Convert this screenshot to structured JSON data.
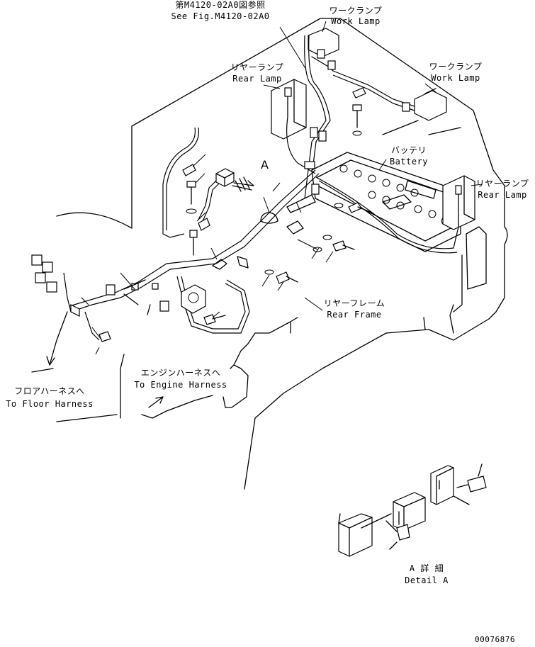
{
  "labels": {
    "ref_fig_jp": "第M4120-02A0図参照",
    "ref_fig_en": "See Fig.M4120-02A0",
    "work_lamp_top_jp": "ワークランプ",
    "work_lamp_top_en": "Work Lamp",
    "work_lamp_right_jp": "ワークランプ",
    "work_lamp_right_en": "Work Lamp",
    "rear_lamp_left_jp": "リヤーランプ",
    "rear_lamp_left_en": "Rear Lamp",
    "rear_lamp_right_jp": "リヤーランプ",
    "rear_lamp_right_en": "Rear Lamp",
    "battery_jp": "バッテリ",
    "battery_en": "Battery",
    "rear_frame_jp": "リヤーフレーム",
    "rear_frame_en": "Rear Frame",
    "engine_harness_jp": "エンジンハーネスへ",
    "engine_harness_en": "To Engine Harness",
    "floor_harness_jp": "フロアハーネスへ",
    "floor_harness_en": "To Floor Harness",
    "view_arrow": "A",
    "detail_jp": "A 詳 細",
    "detail_en": "Detail A",
    "drawing_number": "00076876"
  }
}
